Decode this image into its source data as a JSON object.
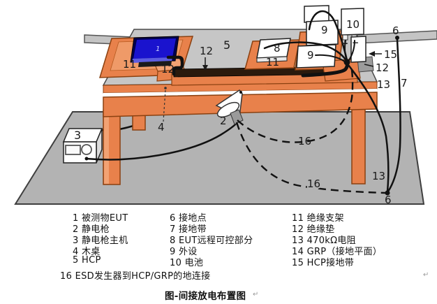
{
  "figure": {
    "title": "图-间接放电布置图",
    "paragraph_mark": "↵"
  },
  "diagram": {
    "callouts": {
      "c1_screen": "1",
      "c11_left": "11",
      "c12_pad": "12",
      "c12_mat": "12",
      "c5_hcp": "5",
      "c8_box": "8",
      "c11_mid": "11",
      "c9_upper": "9",
      "c9_lower": "9",
      "c10_battery": "10",
      "plus": "+",
      "minus": "−",
      "c6_top": "6",
      "c15": "15",
      "c12_right": "12",
      "c13_top": "13",
      "c7": "7",
      "c3": "3",
      "c4": "4",
      "c2": "2",
      "c16_upper": "16",
      "c16_lower": "16",
      "c13_bottom": "13",
      "c6_bottom": "6"
    },
    "colors": {
      "table_orange": "#E8814B",
      "orange_light": "#F2A273",
      "orange_stroke": "#8A4010",
      "table_gray": "#C6C6C6",
      "ground_gray": "#B3B3B3",
      "strap_gray": "#C4C4C4",
      "screen_blue": "#1A13CE",
      "screen_frame": "#00004D",
      "mat_dark": "#2B1A0D",
      "cable_black": "#111111"
    }
  },
  "legend": {
    "col1": [
      "1 被测物EUT",
      "2 静电枪",
      "3 静电枪主机",
      "4 木桌",
      "5 HCP"
    ],
    "col2": [
      "6 接地点",
      "7 接地带",
      "8 EUT远程可控部分",
      "9 外设",
      "10 电池"
    ],
    "col3": [
      "11 绝缘支架",
      "12 绝缘垫",
      "13 470kΩ电阻",
      "14 GRP（接地平面）",
      "15 HCP接地带"
    ],
    "row16": "16 ESD发生器到HCP/GRP的地连接"
  }
}
